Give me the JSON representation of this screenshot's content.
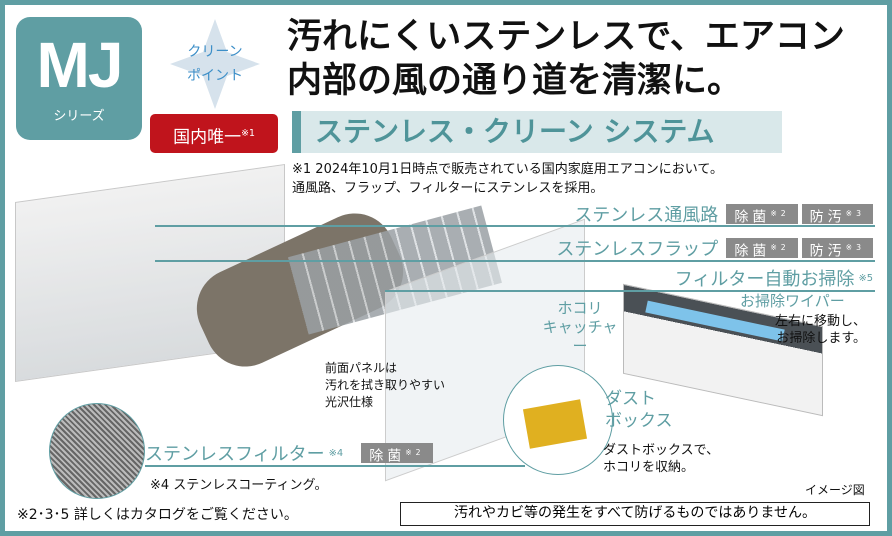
{
  "series_badge": {
    "title": "MJ",
    "subtitle": "シリーズ"
  },
  "clean_point": {
    "line1": "クリーン",
    "line2": "ポイント"
  },
  "unique_badge": {
    "text": "国内唯一",
    "note": "※1"
  },
  "headline": {
    "line1": "汚れにくいステンレスで、エアコン",
    "line2": "内部の風の通り道を清潔に。"
  },
  "system_title": "ステンレス・クリーン システム",
  "note1": {
    "line1": "※1 2024年10月1日時点で販売されている国内家庭用エアコンにおいて。",
    "line2": "通風路、フラップ、フィルターにステンレスを採用。"
  },
  "features": [
    {
      "label": "ステンレス通風路",
      "tags": [
        {
          "text": "除菌",
          "note": "※2"
        },
        {
          "text": "防汚",
          "note": "※3"
        }
      ]
    },
    {
      "label": "ステンレスフラップ",
      "tags": [
        {
          "text": "除菌",
          "note": "※2"
        },
        {
          "text": "防汚",
          "note": "※3"
        }
      ]
    },
    {
      "label": "フィルター自動お掃除",
      "note": "※5"
    }
  ],
  "callouts": {
    "dust_catcher": {
      "line1": "ホコリ",
      "line2": "キャッチャー"
    },
    "wiper": {
      "title": "お掃除ワイパー",
      "line1": "左右に移動し、",
      "line2": "お掃除します。"
    },
    "front_panel": {
      "line1": "前面パネルは",
      "line2": "汚れを拭き取りやすい",
      "line3": "光沢仕様"
    },
    "dust_box": {
      "title1": "ダスト",
      "title2": "ボックス",
      "line1": "ダストボックスで、",
      "line2": "ホコリを収納。"
    },
    "filter": {
      "label": "ステンレスフィルター",
      "note": "※4",
      "tag": "除菌",
      "tag_note": "※2",
      "footnote": "※4 ステンレスコーティング。"
    }
  },
  "image_note": "イメージ図",
  "footnote_bottom": "※2･3･5 詳しくはカタログをご覧ください。",
  "disclaimer": "汚れやカビ等の発生をすべて防げるものではありません。"
}
